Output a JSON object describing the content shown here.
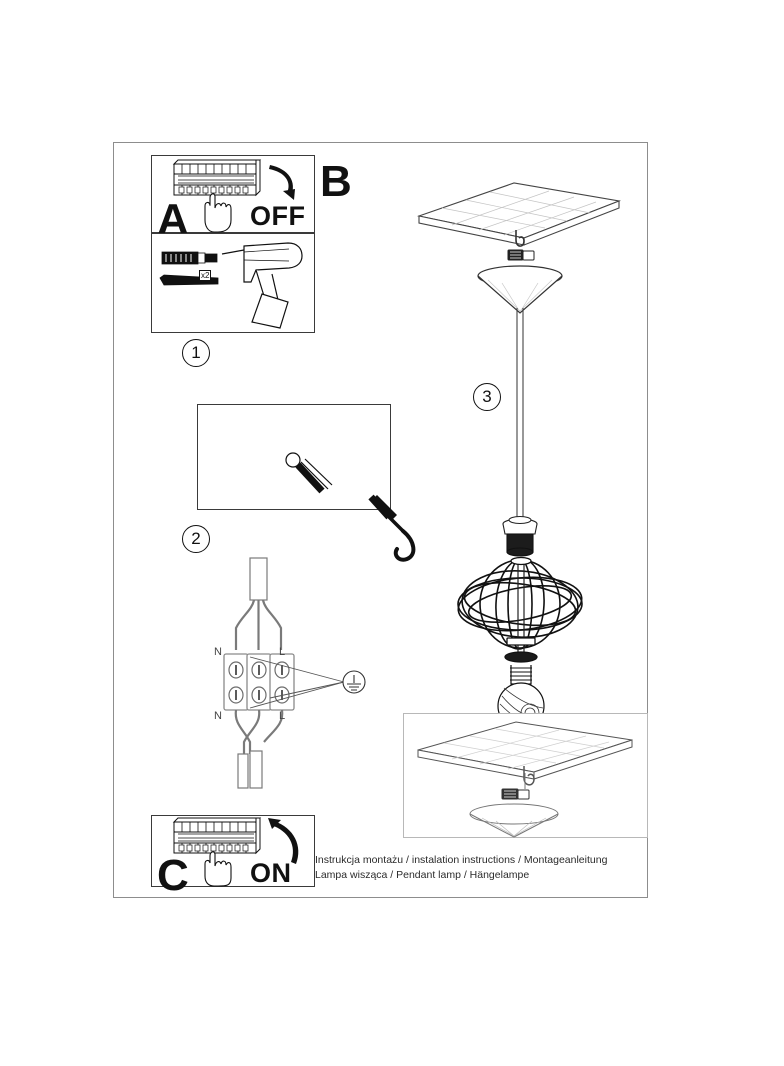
{
  "document": {
    "type": "assembly-instruction-sheet",
    "page_border_color": "#8d8d8d"
  },
  "sections": {
    "a": {
      "letter": "A",
      "action_word": "OFF",
      "description": "Turn off the circuit breaker",
      "icon_breaker": "circuit-breaker-icon",
      "icon_hand": "hand-pointing-icon",
      "icon_arrow": "curved-arrow-down-icon"
    },
    "b": {
      "letter": "B",
      "description": "Assembled pendant lamp overview"
    },
    "c": {
      "letter": "C",
      "action_word": "ON",
      "description": "Turn on the circuit breaker",
      "icon_breaker": "circuit-breaker-icon",
      "icon_hand": "hand-pointing-icon",
      "icon_arrow": "curved-arrow-up-icon"
    }
  },
  "steps": [
    {
      "number": "1",
      "quantity_label": "x2",
      "description": "Drill holes and insert wall plugs and screws",
      "icons": [
        "wall-plug-icon",
        "screw-icon",
        "power-drill-icon"
      ]
    },
    {
      "number": "2",
      "description": "Connect wires to the terminal block",
      "terminals": {
        "top_left": "N",
        "top_right": "L",
        "bottom_left": "N",
        "bottom_right": "L",
        "earth_symbol": "earth-ground-icon"
      }
    },
    {
      "number": "3",
      "description": "Hang the lamp from the ceiling hook"
    }
  ],
  "caption": {
    "line1": "Instrukcja montażu / instalation instructions / Montageanleitung",
    "line2": "Lampa wisząca / Pendant lamp / Hängelampe"
  },
  "colors": {
    "ink": "#111111",
    "line": "#3a3a3a",
    "page_border": "#8d8d8d",
    "wire": "#6e6e6e"
  }
}
